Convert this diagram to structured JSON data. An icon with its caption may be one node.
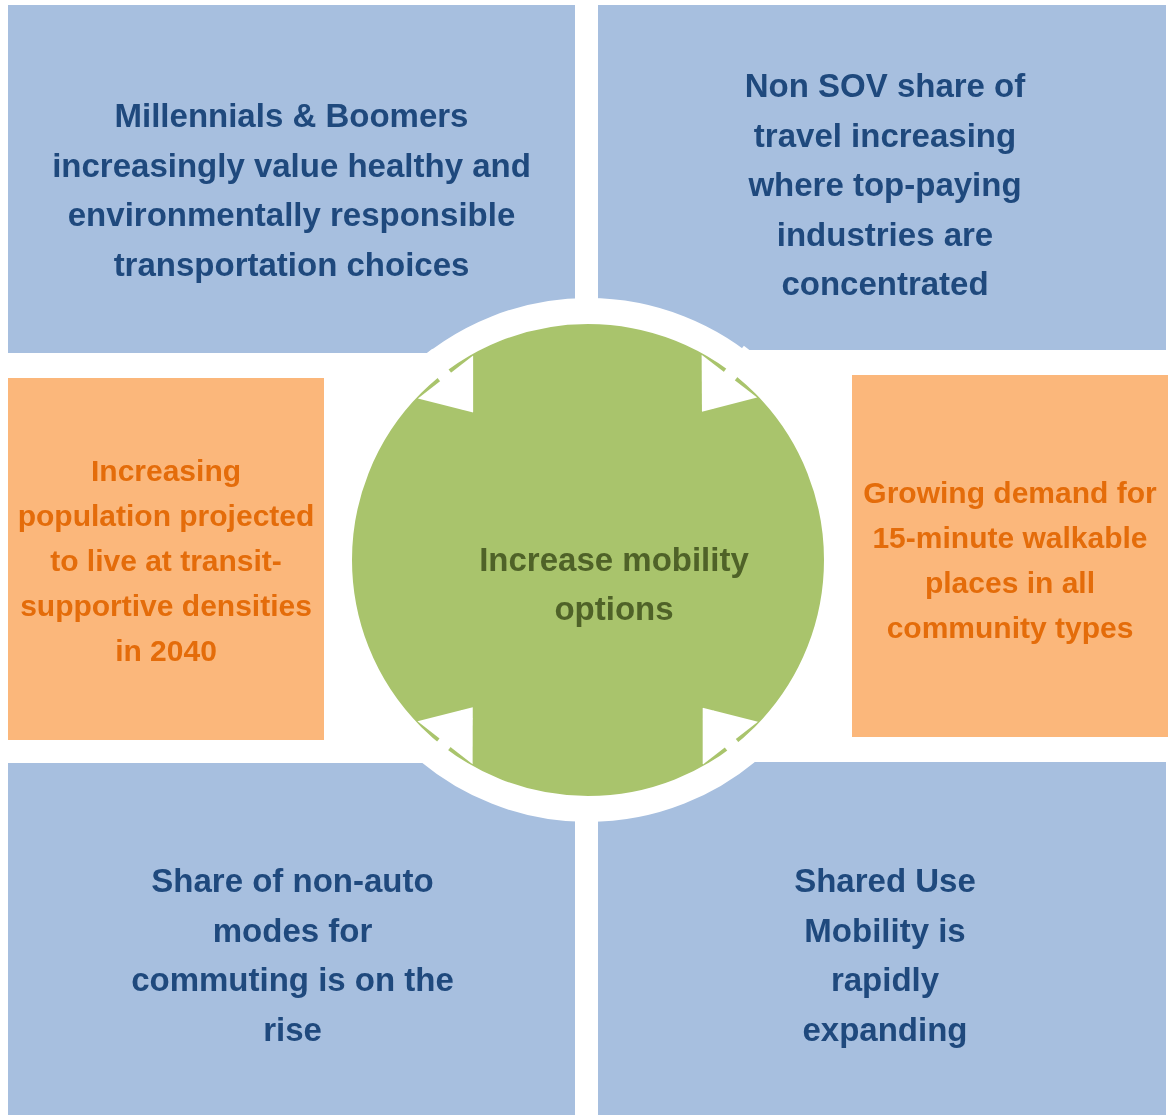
{
  "diagram": {
    "nodes": [
      {
        "text": [
          "Millennials & Boomers increasingly value healthy and environmentally responsible transportation choices"
        ]
      },
      {
        "text": [
          "Non SOV share of travel increasing where top-paying industries are concentrated"
        ]
      },
      {
        "text": [
          "Increasing population projected to live at transit-supportive densities in 2040"
        ]
      },
      {
        "text": [
          "Increase mobility options"
        ]
      },
      {
        "text": [
          "Growing demand for 15-minute walkable places in all community types"
        ]
      },
      {
        "text": [
          "Share of non-auto modes for commuting is on the rise"
        ]
      },
      {
        "text": [
          "Shared Use Mobility is rapidly expanding"
        ]
      }
    ],
    "edges": [
      {
        "from": 0,
        "to": 3,
        "arrow": "to"
      },
      {
        "from": 1,
        "to": 3,
        "arrow": "to"
      },
      {
        "from": 5,
        "to": 3,
        "arrow": "to"
      },
      {
        "from": 6,
        "to": 3,
        "arrow": "to"
      }
    ]
  }
}
